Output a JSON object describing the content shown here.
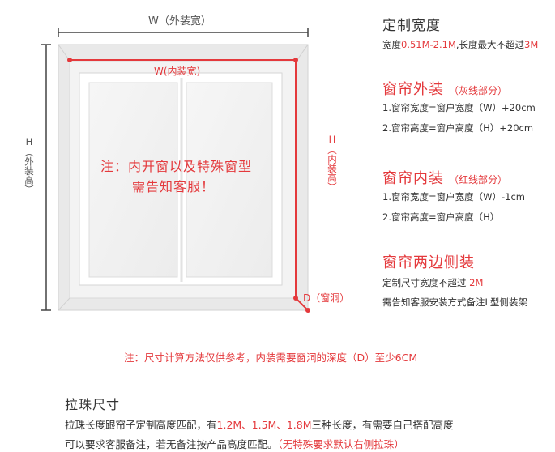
{
  "diagram": {
    "outer_width_label": "W（外装宽）",
    "inner_width_label": "W(内装宽)",
    "outer_height_label": "H（外装高）",
    "inner_height_label": "H（内装高）",
    "depth_label": "D（窗洞）",
    "note_line1": "注：内开窗以及特殊窗型",
    "note_line2": "需告知客服！"
  },
  "custom_width": {
    "title": "定制宽度",
    "text_prefix": "宽度",
    "range": "0.51M-2.1M",
    "text_mid": ",长度最大不超过",
    "max": "3M"
  },
  "outer_install": {
    "title": "窗帘外装",
    "subtitle": "（灰线部分）",
    "items": [
      "1.窗帘宽度=窗户宽度（W）+20cm",
      "2.窗帘高度=窗户高度（H）+20cm"
    ]
  },
  "inner_install": {
    "title": "窗帘内装",
    "subtitle": "（红线部分）",
    "items": [
      "1.窗帘宽度=窗户宽度（W）-1cm",
      "2.窗帘高度=窗户高度（H）"
    ]
  },
  "side_install": {
    "title": "窗帘两边侧装",
    "line1_prefix": "定制尺寸宽度不超过 ",
    "line1_value": "2M",
    "line2": "需告知客服安装方式备注L型侧装架"
  },
  "notice": {
    "prefix": "注：尺寸计算方法仅供参考，内装需要窗洞的",
    "highlight": "深度",
    "suffix": "（D）至少6CM"
  },
  "pull_bead": {
    "title": "拉珠尺寸",
    "line1_prefix": "拉珠长度跟帘子定制高度匹配，有",
    "sizes": "1.2M、1.5M、1.8M",
    "line1_suffix": "三种长度，有需要自己搭配高度",
    "line2_prefix": "可以要求客服备注，若无备注按产品高度匹配。",
    "line2_highlight": "（无特殊要求默认右侧拉珠）"
  },
  "colors": {
    "accent_red": "#e4393c",
    "gray_line": "#444444",
    "frame": "#e9e9e9"
  }
}
